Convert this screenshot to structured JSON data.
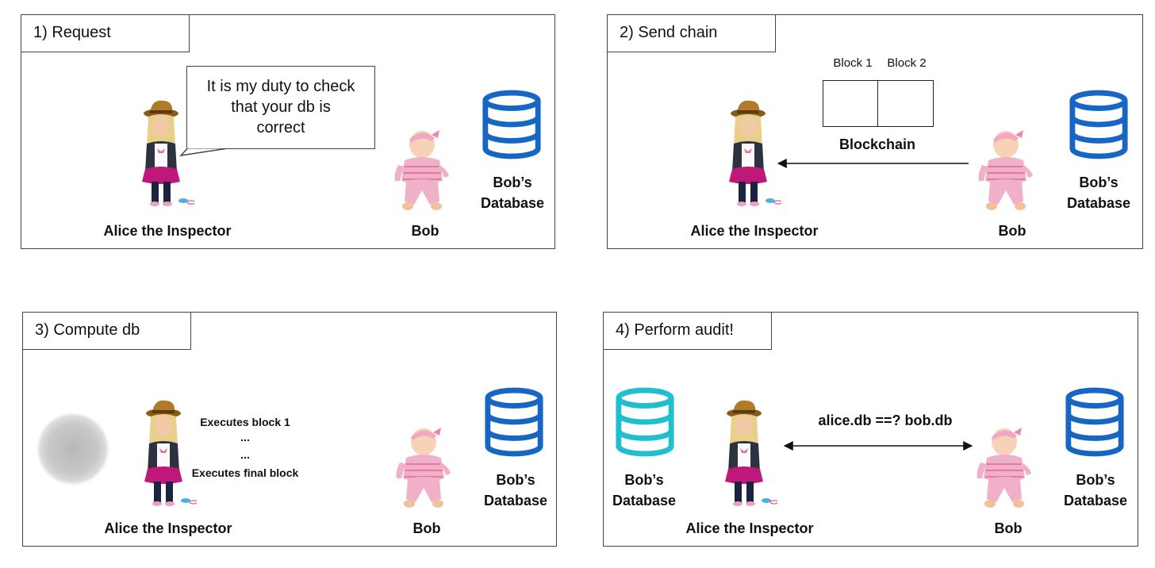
{
  "colors": {
    "db_blue": "#1766c4",
    "db_cyan": "#1fbfd0"
  },
  "panels": [
    {
      "title": "1) Request",
      "bubble": [
        "It is my duty to check",
        "that your db is",
        "correct"
      ],
      "alice_label": "Alice the Inspector",
      "bob_label": "Bob",
      "db_label": [
        "Bob’s",
        "Database"
      ]
    },
    {
      "title": "2) Send chain",
      "blocks": [
        "Block 1",
        "Block 2"
      ],
      "chain_label": "Blockchain",
      "alice_label": "Alice the Inspector",
      "bob_label": "Bob",
      "db_label": [
        "Bob’s",
        "Database"
      ]
    },
    {
      "title": "3) Compute db",
      "steps": [
        "Executes block 1",
        "...",
        "...",
        "Executes final block"
      ],
      "alice_label": "Alice the Inspector",
      "bob_label": "Bob",
      "db_label": [
        "Bob’s",
        "Database"
      ]
    },
    {
      "title": "4) Perform audit!",
      "compare": "alice.db ==? bob.db",
      "alice_db_label": [
        "Bob’s",
        "Database"
      ],
      "alice_label": "Alice the Inspector",
      "bob_label": "Bob",
      "db_label": [
        "Bob’s",
        "Database"
      ]
    }
  ]
}
